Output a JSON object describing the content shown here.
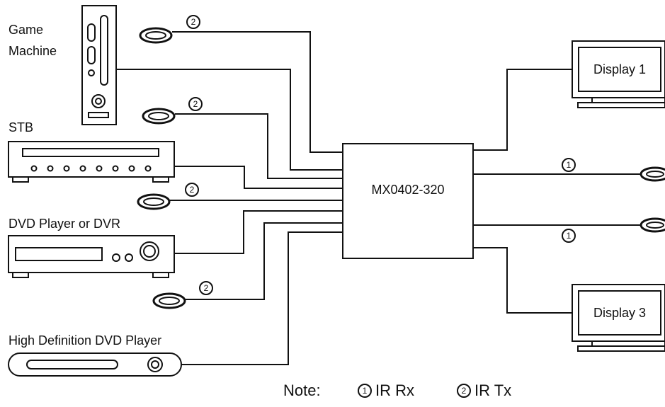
{
  "devices": {
    "game_machine": "Game\nMachine",
    "game_machine_line1": "Game",
    "game_machine_line2": "Machine",
    "stb": "STB",
    "dvd": "DVD Player or DVR",
    "hd_dvd": "High Definition DVD Player"
  },
  "switcher": {
    "label": "MX0402-320"
  },
  "displays": {
    "d1": "Display 1",
    "d3": "Display 3"
  },
  "markers": {
    "rx": "1",
    "tx": "2"
  },
  "note": {
    "prefix": "Note:",
    "rx": "IR Rx",
    "tx": "IR Tx"
  },
  "colors": {
    "line": "#111111",
    "background": "#ffffff"
  }
}
